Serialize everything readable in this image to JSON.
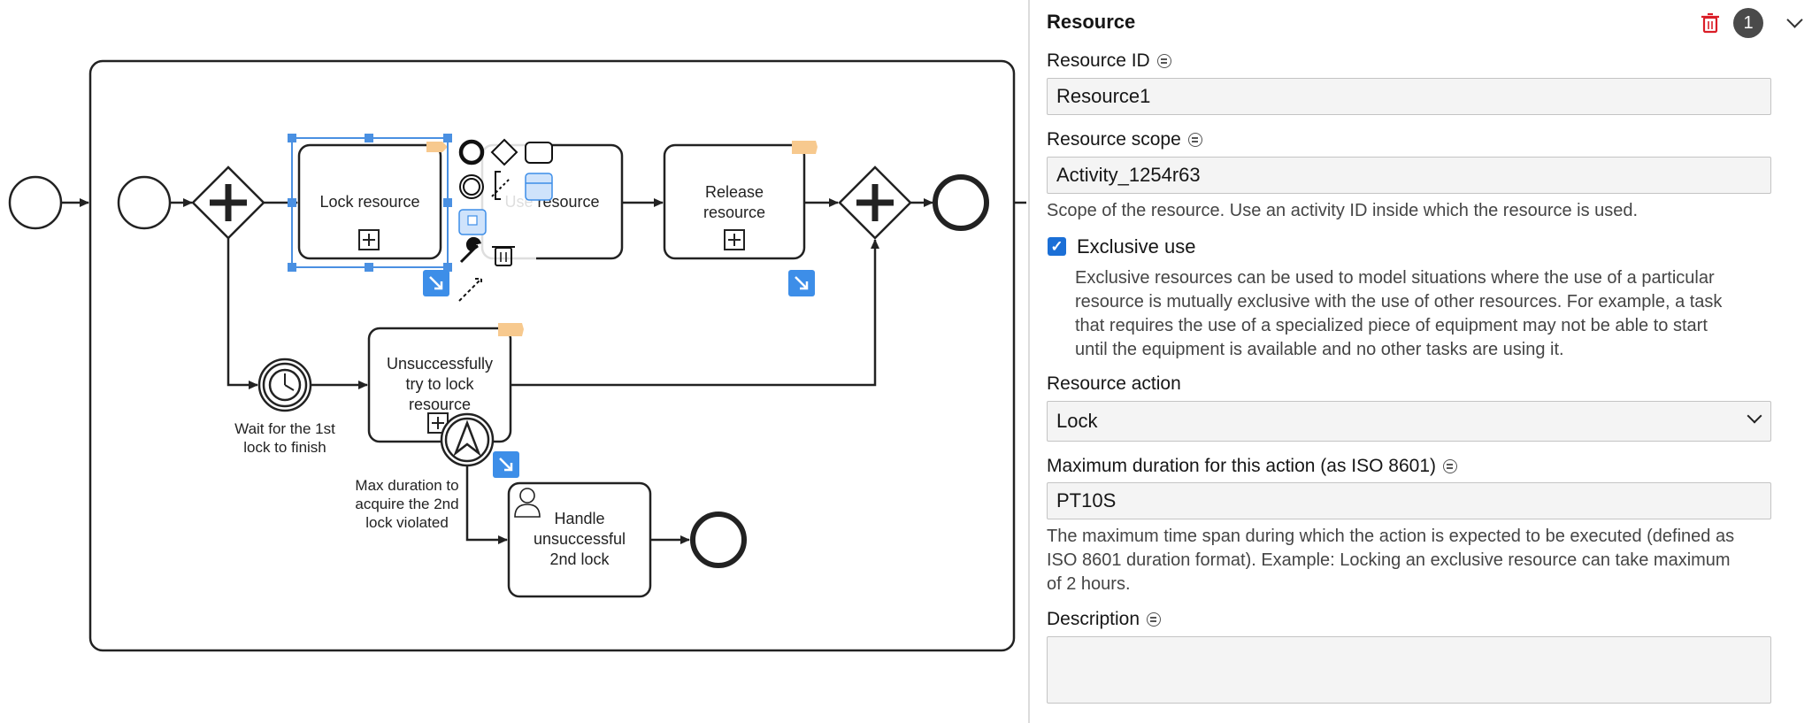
{
  "diagram": {
    "tasks": {
      "lock": "Lock resource",
      "use": "Use resource",
      "release_l1": "Release",
      "release_l2": "resource",
      "unsuccess_l1": "Unsuccessfully",
      "unsuccess_l2": "try to lock",
      "unsuccess_l3": "resource",
      "handle_l1": "Handle",
      "handle_l2": "unsuccessful",
      "handle_l3": "2nd lock"
    },
    "labels": {
      "timer_l1": "Wait for the 1st",
      "timer_l2": "lock to finish",
      "escal_l1": "Max duration to",
      "escal_l2": "acquire the 2nd",
      "escal_l3": "lock violated"
    },
    "colors": {
      "selection": "#4a90e2",
      "marker_blue": "#3d8ee8",
      "tag_orange": "#f7c98e",
      "stroke": "#222222"
    }
  },
  "panel": {
    "title": "Resource",
    "badge_count": "1",
    "icons": {
      "delete": "trash-icon",
      "collapse": "chevron-down-icon",
      "variable": "equals-circle-icon"
    },
    "resource_id": {
      "label": "Resource ID",
      "value": "Resource1"
    },
    "resource_scope": {
      "label": "Resource scope",
      "value": "Activity_1254r63",
      "help": "Scope of the resource. Use an activity ID inside which the resource is used."
    },
    "exclusive": {
      "label": "Exclusive use",
      "checked": true,
      "help_l1": "Exclusive resources can be used to model situations where the use of a particular",
      "help_l2": "resource is mutually exclusive with the use of other resources. For example, a task",
      "help_l3": "that requires the use of a specialized piece of equipment may not be able to start",
      "help_l4": "until the equipment is available and no other tasks are using it."
    },
    "action": {
      "label": "Resource action",
      "value": "Lock"
    },
    "max_duration": {
      "label": "Maximum duration for this action (as ISO 8601)",
      "value": "PT10S",
      "help_l1": "The maximum time span during which the action is expected to be executed (defined as",
      "help_l2": "ISO 8601 duration format). Example: Locking an exclusive resource can take maximum",
      "help_l3": "of 2 hours."
    },
    "description": {
      "label": "Description",
      "value": ""
    },
    "colors": {
      "accent": "#1b6fd6",
      "delete": "#da1e28",
      "badge": "#4a4a4a"
    }
  }
}
